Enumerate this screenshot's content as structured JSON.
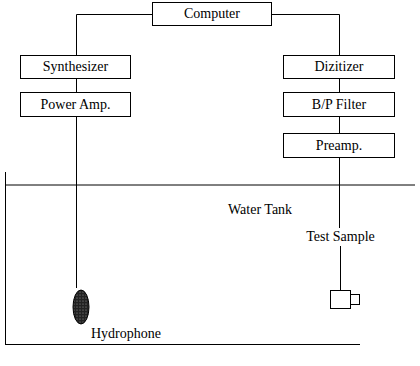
{
  "diagram": {
    "nodes": [
      {
        "text": [
          "Computer"
        ]
      },
      {
        "text": [
          "Synthesizer"
        ]
      },
      {
        "text": [
          "Power Amp."
        ]
      },
      {
        "text": [
          "Dizitizer"
        ]
      },
      {
        "text": [
          "B/P Filter"
        ]
      },
      {
        "text": [
          "Preamp."
        ]
      },
      {
        "text": [
          "Water Tank"
        ]
      },
      {
        "text": [
          "Hydrophone"
        ],
        "in": 6
      },
      {
        "text": [
          "Test Sample"
        ],
        "in": 6
      }
    ],
    "edges": [
      {
        "from": 0,
        "to": 1,
        "arrow": "none"
      },
      {
        "from": 1,
        "to": 2,
        "arrow": "none"
      },
      {
        "from": 2,
        "to": 7,
        "arrow": "none"
      },
      {
        "from": 0,
        "to": 3,
        "arrow": "none"
      },
      {
        "from": 3,
        "to": 4,
        "arrow": "none"
      },
      {
        "from": 4,
        "to": 5,
        "arrow": "none"
      },
      {
        "from": 5,
        "to": 8,
        "arrow": "none"
      }
    ]
  }
}
